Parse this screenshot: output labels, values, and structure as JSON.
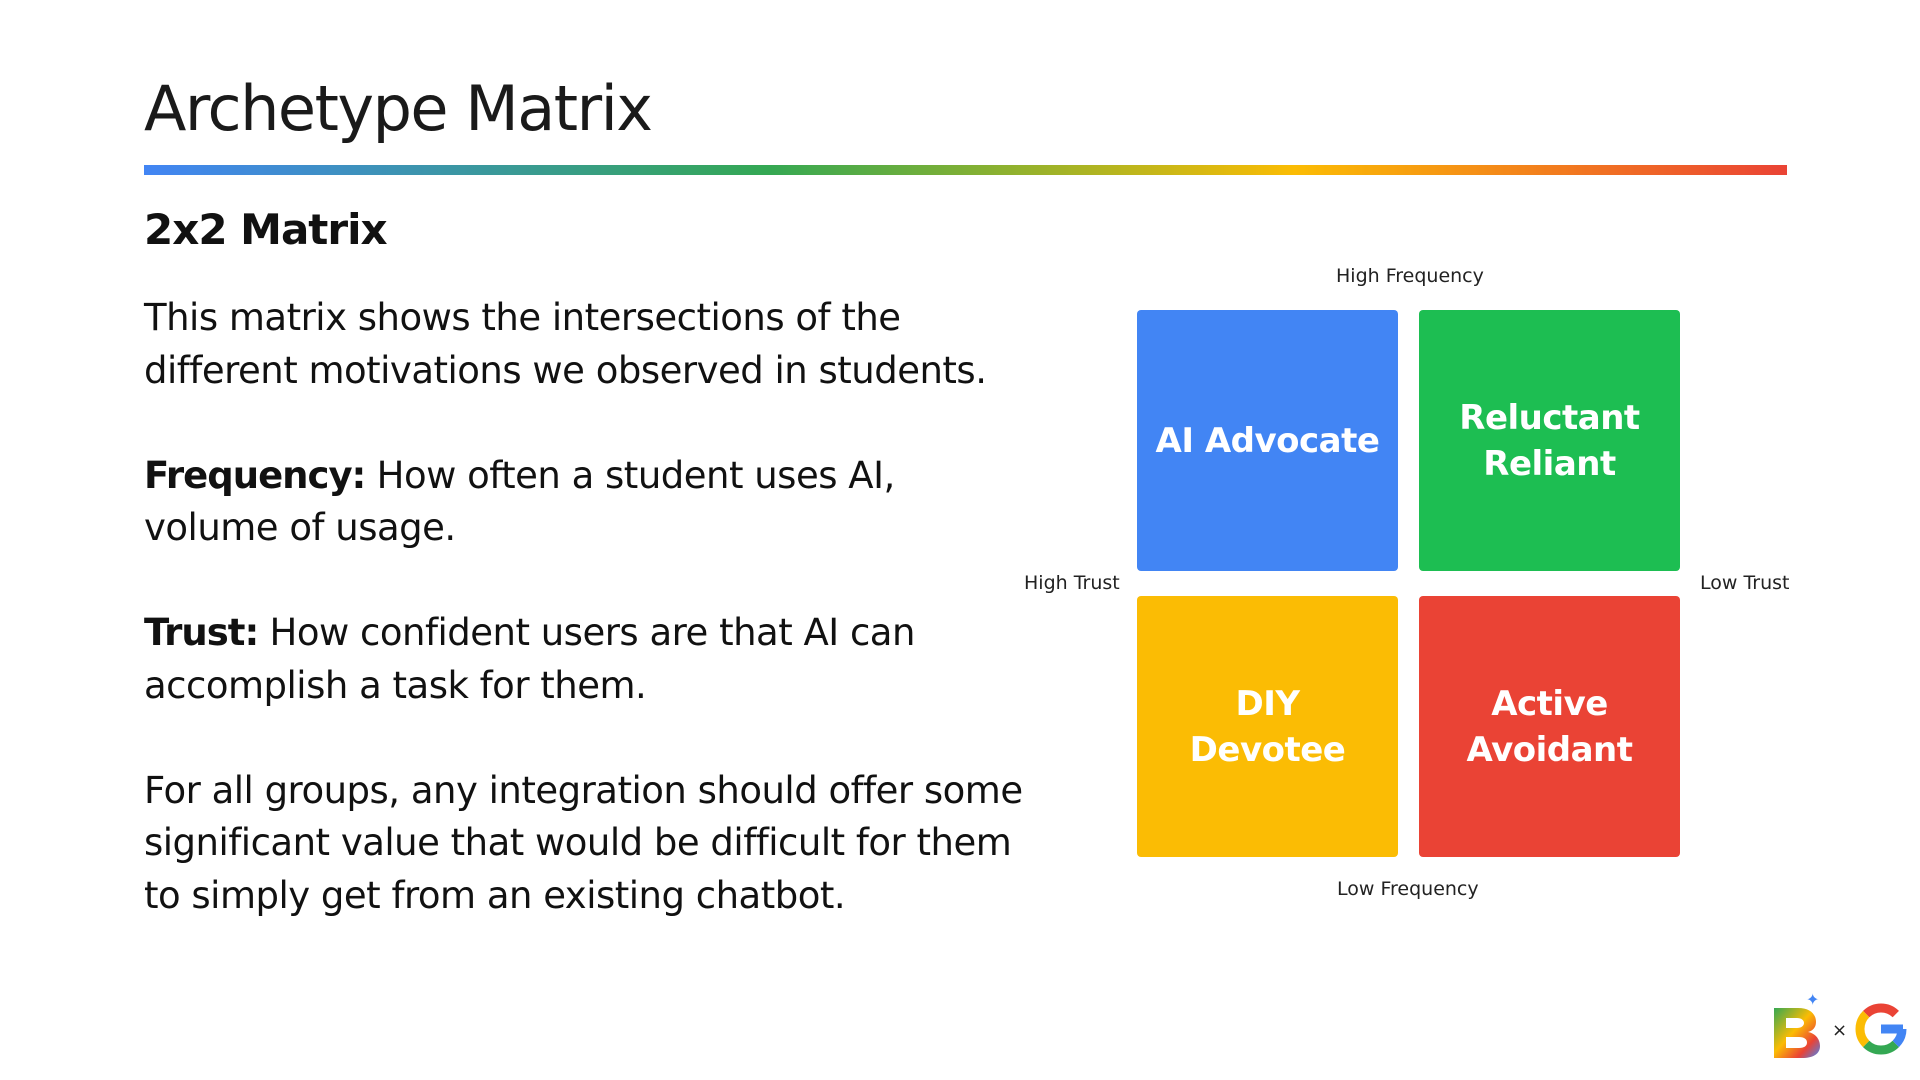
{
  "slide": {
    "title": "Archetype Matrix",
    "subtitle": "2x2 Matrix"
  },
  "body": {
    "intro": "This matrix shows the intersections of the different motivations we observed in students.",
    "frequency_term": "Frequency:",
    "frequency_text": " How often a student uses AI, volume of usage.",
    "trust_term": "Trust:",
    "trust_text": " How confident users are that AI can accomplish a task for them.",
    "closing": "For all groups, any integration should offer some significant value that would be difficult for them to simply get from an existing chatbot."
  },
  "matrix": {
    "axis_top": "High Frequency",
    "axis_bottom": "Low Frequency",
    "axis_left": "High Trust",
    "axis_right": "Low Trust",
    "quadrants": [
      {
        "label": "AI Advocate",
        "color": "#4285F4"
      },
      {
        "label": "Reluctant Reliant",
        "color": "#1DBE52"
      },
      {
        "label": "DIY Devotee",
        "color": "#FBBC04"
      },
      {
        "label": "Active Avoidant",
        "color": "#EA4335"
      }
    ]
  },
  "logo": {
    "separator": "×",
    "left_mark": "b-logo-icon",
    "right_mark": "google-g-icon"
  },
  "colors": {
    "title_rule_gradient": [
      "#4285F4",
      "#34A853",
      "#FBBC04",
      "#EA4335"
    ]
  }
}
